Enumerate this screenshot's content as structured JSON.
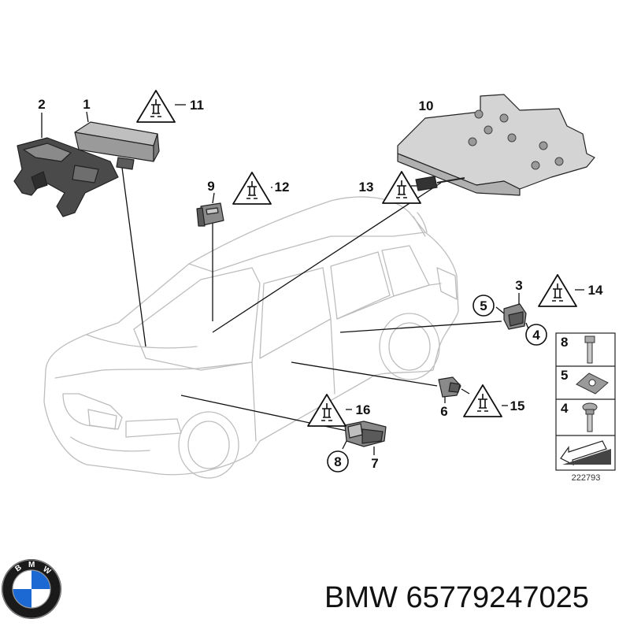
{
  "footer": {
    "brand": "BMW",
    "part_number": "65779247025",
    "logo_text": "BMW"
  },
  "diagram": {
    "figure_id": "222793",
    "callouts": {
      "p1": "1",
      "p2": "2",
      "p3": "3",
      "p4": "4",
      "p5": "5",
      "p6": "6",
      "p7": "7",
      "p8": "8",
      "p9": "9",
      "p10": "10",
      "p11": "11",
      "p12": "12",
      "p13": "13",
      "p14": "14",
      "p15": "15",
      "p16": "16"
    },
    "legend": {
      "row1": "8",
      "row2": "5",
      "row3": "4"
    }
  },
  "colors": {
    "car_outline": "#bdbdbd",
    "part_fill": "#5a5a5a",
    "logo_blue": "#1c69d4"
  }
}
